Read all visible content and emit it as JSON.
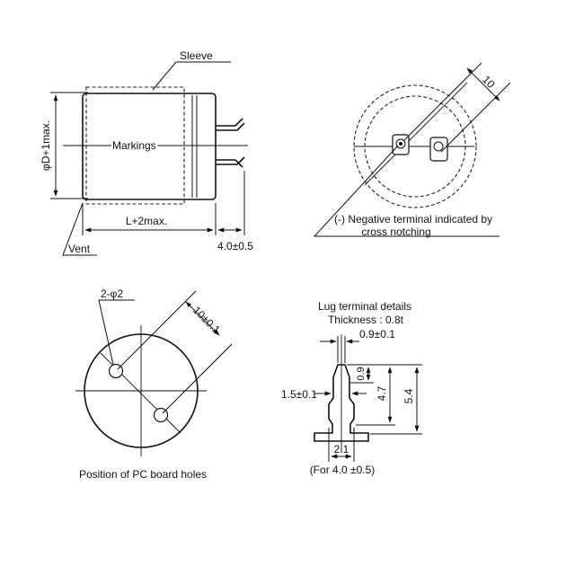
{
  "side_view": {
    "sleeve_label": "Sleeve",
    "markings_label": "Markings",
    "diameter_label": "φD+1max.",
    "length_label": "L+2max.",
    "lead_length_label": "4.0±0.5",
    "vent_label": "Vent"
  },
  "top_view": {
    "dim_label": "10",
    "note_line1": "(-) Negative terminal indicated by",
    "note_line2": "cross notching"
  },
  "pc_board": {
    "holes_label": "2-φ2",
    "spacing_label": "10±0.1",
    "caption": "Position of PC board holes"
  },
  "lug": {
    "title_line1": "Lug terminal details",
    "title_line2": "Thickness : 0.8t",
    "tip_width_label": "0.9±0.1",
    "tip_height_label": "0.9",
    "body_height_label": "4.7",
    "total_height_label": "5.4",
    "width_label": "1.5±0.1",
    "base_width_label": "2.1",
    "base_note": "(For 4.0 ±0.5)"
  }
}
